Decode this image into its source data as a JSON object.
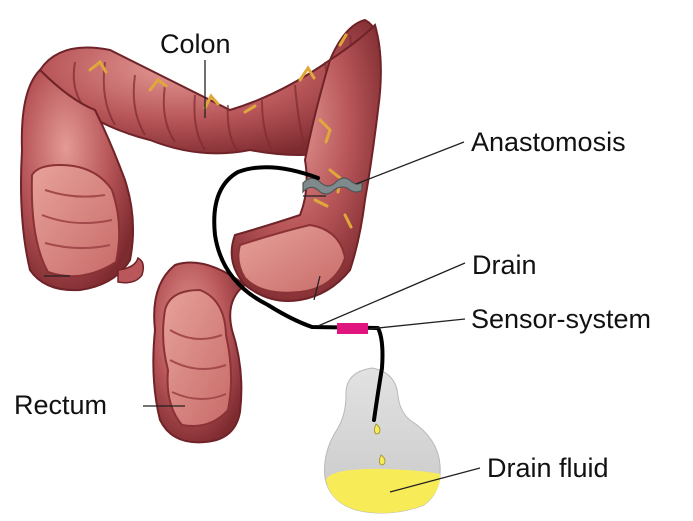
{
  "labels": {
    "colon": "Colon",
    "anastomosis": "Anastomosis",
    "drain": "Drain",
    "sensor_system": "Sensor-system",
    "rectum": "Rectum",
    "drain_fluid": "Drain fluid"
  },
  "colors": {
    "bowel_wall": "#b9575a",
    "bowel_shadow": "#7e2b30",
    "bowel_highlight": "#e39a95",
    "bowel_lining": "#d98a84",
    "fat_vessels": "#e0a83a",
    "drain_tube": "#000000",
    "sensor": "#e0167e",
    "anastomosis_clip": "#7f8a8c",
    "bag": "#d3d3d3",
    "fluid": "#f7ec57"
  }
}
